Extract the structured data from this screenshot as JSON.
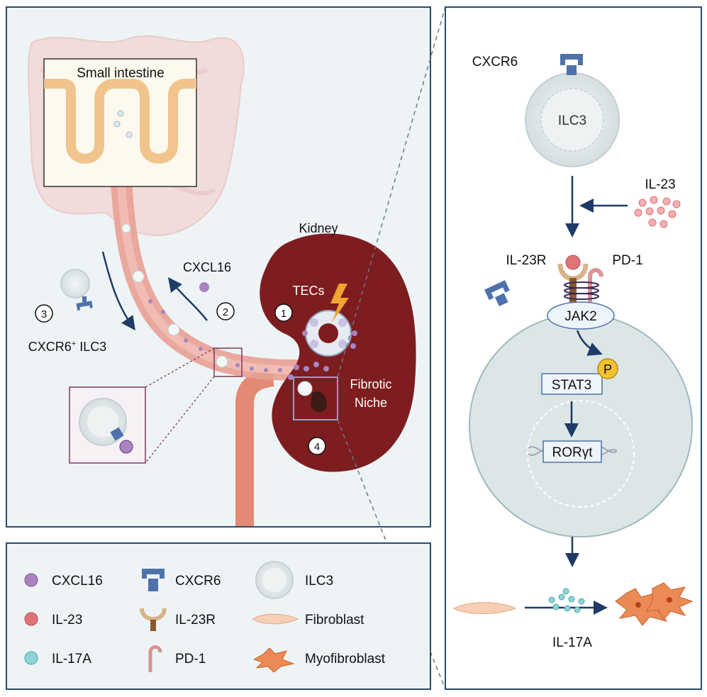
{
  "colors": {
    "panel_bg": "#eef4f6",
    "panel_border": "#2c4b67",
    "kidney": "#7d1d1f",
    "vessel": "#e8a094",
    "artery": "#e28a73",
    "cxcl16": "#a983c0",
    "il23": "#e07377",
    "il17a": "#8fd3d6",
    "cxcr6": "#4e72a9",
    "il23r": "#d8b48a",
    "pd1": "#d89393",
    "arrow": "#1f3a66"
  },
  "left_panel": {
    "small_intestine_label": "Small intestine",
    "kidney_label": "Kidney",
    "tecs_label": "TECs",
    "cxcl16_label": "CXCL16",
    "cell_label_base": "CXCR6",
    "cell_label_sup": "+",
    "cell_label_rest": " ILC3",
    "fibrotic_label_1": "Fibrotic",
    "fibrotic_label_2": "Niche",
    "step_1": "1",
    "step_2": "2",
    "step_3": "3",
    "step_4": "4"
  },
  "right_panel": {
    "cxcr6_label": "CXCR6",
    "ilc3_label": "ILC3",
    "il23_label": "IL-23",
    "il23r_label": "IL-23R",
    "pd1_label": "PD-1",
    "jak2_label": "JAK2",
    "p_label": "P",
    "stat3_label": "STAT3",
    "rorgt_label": "RORγt",
    "il17a_label": "IL-17A"
  },
  "legend": {
    "items": [
      {
        "icon": "cxcl16-dot-icon",
        "label": "CXCL16"
      },
      {
        "icon": "il23-dot-icon",
        "label": "IL-23"
      },
      {
        "icon": "il17a-dot-icon",
        "label": "IL-17A"
      },
      {
        "icon": "cxcr6-receptor-icon",
        "label": "CXCR6"
      },
      {
        "icon": "il23r-receptor-icon",
        "label": "IL-23R"
      },
      {
        "icon": "pd1-receptor-icon",
        "label": "PD-1"
      },
      {
        "icon": "ilc3-cell-icon",
        "label": "ILC3"
      },
      {
        "icon": "fibroblast-icon",
        "label": "Fibroblast"
      },
      {
        "icon": "myofibroblast-icon",
        "label": "Myofibroblast"
      }
    ]
  }
}
